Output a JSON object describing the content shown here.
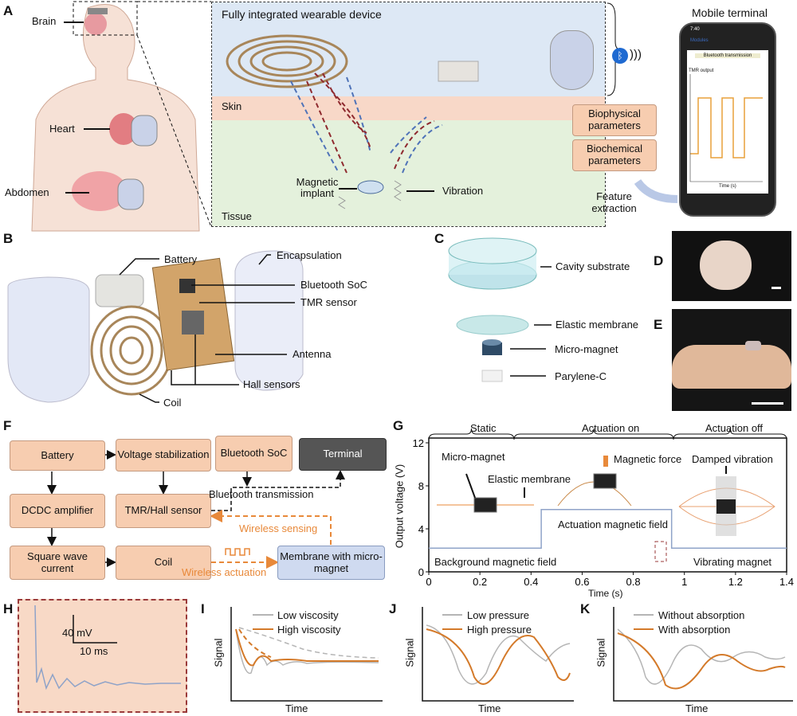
{
  "panels": {
    "a": "A",
    "b": "B",
    "c": "C",
    "d": "D",
    "e": "E",
    "f": "F",
    "g": "G",
    "h": "H",
    "i": "I",
    "j": "J",
    "k": "K"
  },
  "panel_a": {
    "organs": [
      "Brain",
      "Heart",
      "Abdomen"
    ],
    "inset_title": "Fully integrated wearable device",
    "skin": "Skin",
    "tissue": "Tissue",
    "implant": "Magnetic implant",
    "vibration": "Vibration",
    "mobile_title": "Mobile terminal",
    "phone": {
      "time": "7:40",
      "back": "Modules",
      "banner": "Bluetooth transmission",
      "chart_title": "TMR output",
      "xlabel": "Time (s)"
    },
    "param1": "Biophysical parameters",
    "param2": "Biochemical parameters",
    "feature": "Feature extraction",
    "colors": {
      "device_bg": "#dde8f5",
      "skin": "#f8d8c8",
      "tissue": "#e4f1dc",
      "box": "#f7cdb0"
    }
  },
  "panel_b": {
    "labels": [
      "Battery",
      "Encapsulation",
      "Bluetooth SoC",
      "TMR sensor",
      "Antenna",
      "Hall sensors",
      "Coil"
    ]
  },
  "panel_c": {
    "labels": [
      "Cavity substrate",
      "Elastic membrane",
      "Micro-magnet",
      "Parylene-C"
    ]
  },
  "panel_f": {
    "battery": "Battery",
    "voltage": "Voltage stabilization",
    "bluetooth": "Bluetooth SoC",
    "terminal": "Terminal",
    "dcdc": "DCDC amplifier",
    "tmr": "TMR/Hall sensor",
    "square": "Square wave current",
    "coil": "Coil",
    "membrane": "Membrane with micro-magnet",
    "bt_transmission": "Bluetooth transmission",
    "wireless_sensing": "Wireless sensing",
    "wireless_actuation": "Wireless actuation"
  },
  "chart_data": {
    "type": "line",
    "xlabel": "Time (s)",
    "ylabel": "Output  voltage (V)",
    "xlim": [
      0,
      1.4
    ],
    "ylim": [
      0,
      12
    ],
    "xticks": [
      "0",
      "0.2",
      "0.4",
      "0.6",
      "0.8",
      "1",
      "1.2",
      "1.4"
    ],
    "yticks": [
      "0",
      "4",
      "8",
      "12"
    ],
    "x": [
      0,
      0.44,
      0.44,
      0.95,
      0.95,
      1.4
    ],
    "y": [
      2.2,
      2.2,
      5.8,
      5.8,
      2.2,
      2.2
    ],
    "phases": [
      "Static",
      "Actuation on",
      "Actuation off"
    ],
    "annotations": [
      "Micro-magnet",
      "Elastic membrane",
      "Magnetic force",
      "Damped vibration",
      "Actuation magnetic field",
      "Background magnetic field",
      "Vibrating magnet"
    ],
    "line_color": "#8fa3c8"
  },
  "panel_h": {
    "scale_y": "40 mV",
    "scale_x": "10 ms"
  },
  "panel_i": {
    "ylabel": "Signal",
    "xlabel": "Time",
    "legend": [
      "Low viscosity",
      "High viscosity"
    ]
  },
  "panel_j": {
    "ylabel": "Signal",
    "xlabel": "Time",
    "legend": [
      "Low pressure",
      "High pressure"
    ]
  },
  "panel_k": {
    "ylabel": "Signal",
    "xlabel": "Time",
    "legend": [
      "Without absorption",
      "With absorption"
    ]
  }
}
